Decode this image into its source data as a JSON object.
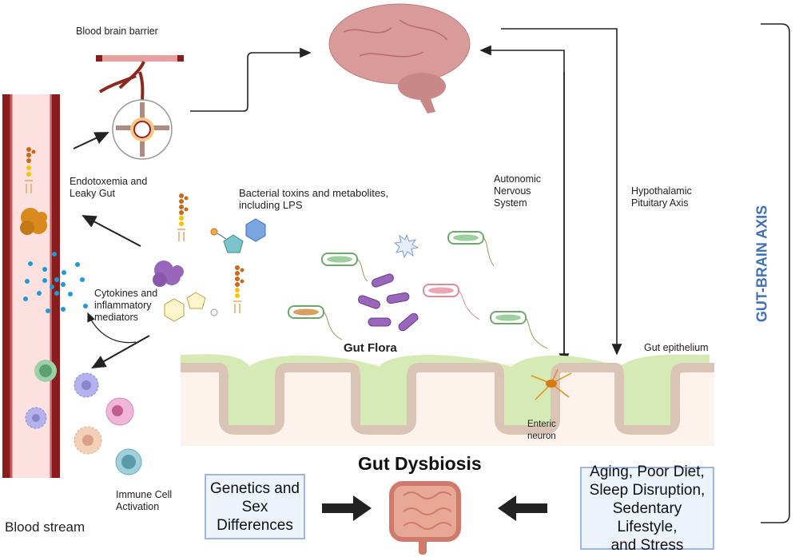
{
  "labels": {
    "bbb": "Blood brain barrier",
    "endotoxemia": [
      "Endotoxemia and",
      "Leaky Gut"
    ],
    "toxins": [
      "Bacterial toxins and metabolites,",
      "including LPS"
    ],
    "cytokines": [
      "Cytokines and",
      "inflammatory",
      "mediators"
    ],
    "ans": [
      "Autonomic",
      "Nervous",
      "System"
    ],
    "hpa": [
      "Hypothalamic",
      "Pituitary Axis"
    ],
    "gut_flora": "Gut Flora",
    "gut_epithelium": "Gut epithelium",
    "enteric": [
      "Enteric",
      "neuron"
    ],
    "immune": [
      "Immune Cell",
      "Activation"
    ],
    "blood_stream": "Blood stream",
    "gut_dysbiosis": "Gut Dysbiosis",
    "axis": "GUT-BRAIN AXIS"
  },
  "boxes": {
    "genetics": [
      "Genetics and",
      "Sex",
      "Differences"
    ],
    "lifestyle": [
      "Aging, Poor Diet,",
      "Sleep Disruption,",
      "Sedentary Lifestyle,",
      "and Stress"
    ]
  },
  "colors": {
    "axis_blue": "#3f6fb8",
    "vessel_dark": "#8b1c1c",
    "vessel_light": "#fde0e0",
    "gut_green": "#d6eab5",
    "epithelium": "#d9c4b5",
    "brain": "#d89a9a",
    "box_fill": "#edf3fb",
    "box_border": "#9fb6dd"
  }
}
